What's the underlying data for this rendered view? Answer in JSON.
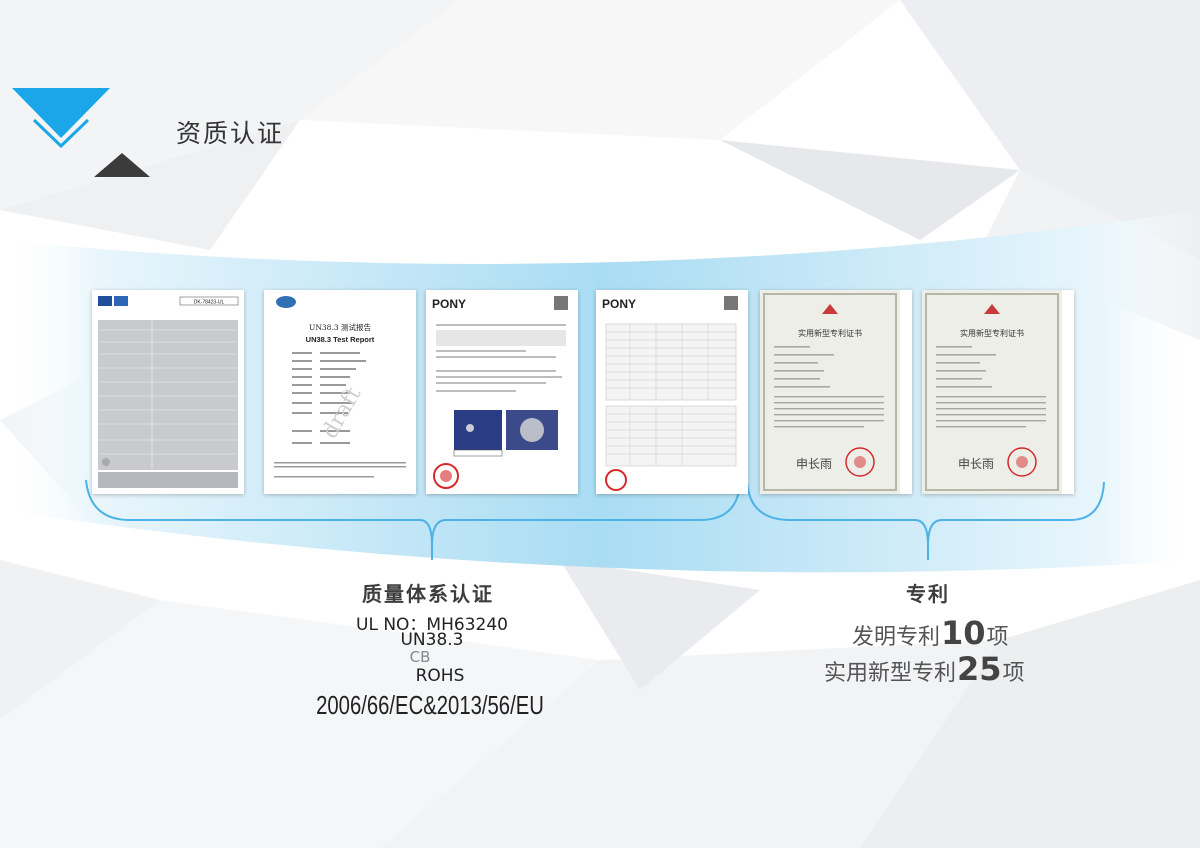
{
  "page": {
    "title": "资质认证"
  },
  "documents": [
    {
      "name": "iec-cb-certificate",
      "header_code": "DK-78423-UL"
    },
    {
      "name": "un38-test-report",
      "title_cn": "UN38.3 测试报告",
      "title_en": "UN38.3 Test Report",
      "watermark": "draft"
    },
    {
      "name": "pony-test-report-1",
      "brand": "PONY"
    },
    {
      "name": "pony-test-report-2",
      "brand": "PONY"
    },
    {
      "name": "utility-patent-certificate-1",
      "title": "实用新型专利证书"
    },
    {
      "name": "utility-patent-certificate-2",
      "title": "实用新型专利证书"
    }
  ],
  "quality": {
    "heading": "质量体系认证",
    "lines": [
      "UL NO：MH63240",
      "UN38.3",
      "CB",
      "ROHS",
      "2006/66/EC&2013/56/EU"
    ]
  },
  "patent": {
    "heading": "专利",
    "invention_prefix": "发明专利",
    "invention_count": "10",
    "invention_suffix": "项",
    "utility_prefix": "实用新型专利",
    "utility_count": "25",
    "utility_suffix": "项"
  },
  "colors": {
    "accent_blue": "#1aa6e8",
    "dark_triangle": "#3b3b3b",
    "band_blue": "#bfe6f7",
    "bracket_blue": "#4db3e6",
    "pony_red": "#d42a2a"
  }
}
